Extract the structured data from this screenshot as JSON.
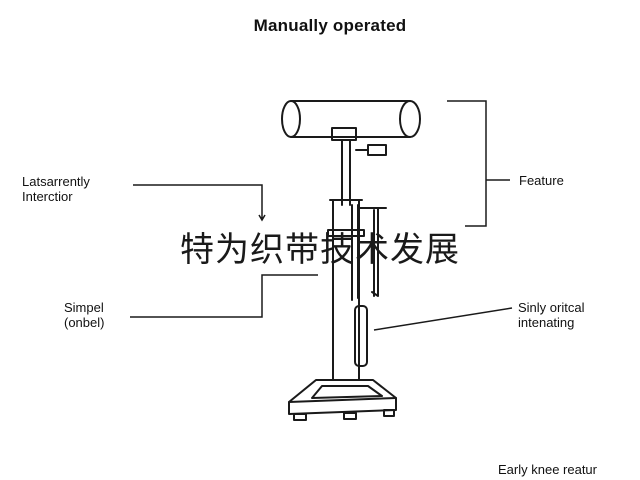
{
  "title": "Manually operated",
  "labels": {
    "left_top": [
      "Latsarrently",
      "Interctior"
    ],
    "left_bottom": [
      "Simpel",
      "(onbel)"
    ],
    "right_top": "Feature",
    "right_mid": [
      "Sinly oritcal",
      "intenating"
    ],
    "bottom_right": "Early knee reatur"
  },
  "overlay_text": "特为织带技术发展"
}
